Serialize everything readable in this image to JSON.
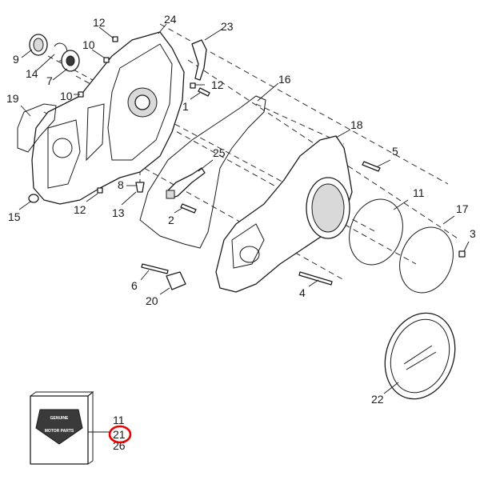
{
  "diagram": {
    "callouts": [
      "12",
      "24",
      "23",
      "10",
      "9",
      "14",
      "7",
      "12",
      "16",
      "19",
      "10",
      "1",
      "18",
      "25",
      "5",
      "8",
      "13",
      "12",
      "15",
      "2",
      "11",
      "17",
      "3",
      "6",
      "20",
      "4",
      "22",
      "11",
      "21",
      "26"
    ],
    "highlighted_callout": "21",
    "kit_logo_text": [
      "GENUINE",
      "MOTOR PARTS"
    ],
    "accent_color": "#e60000"
  }
}
